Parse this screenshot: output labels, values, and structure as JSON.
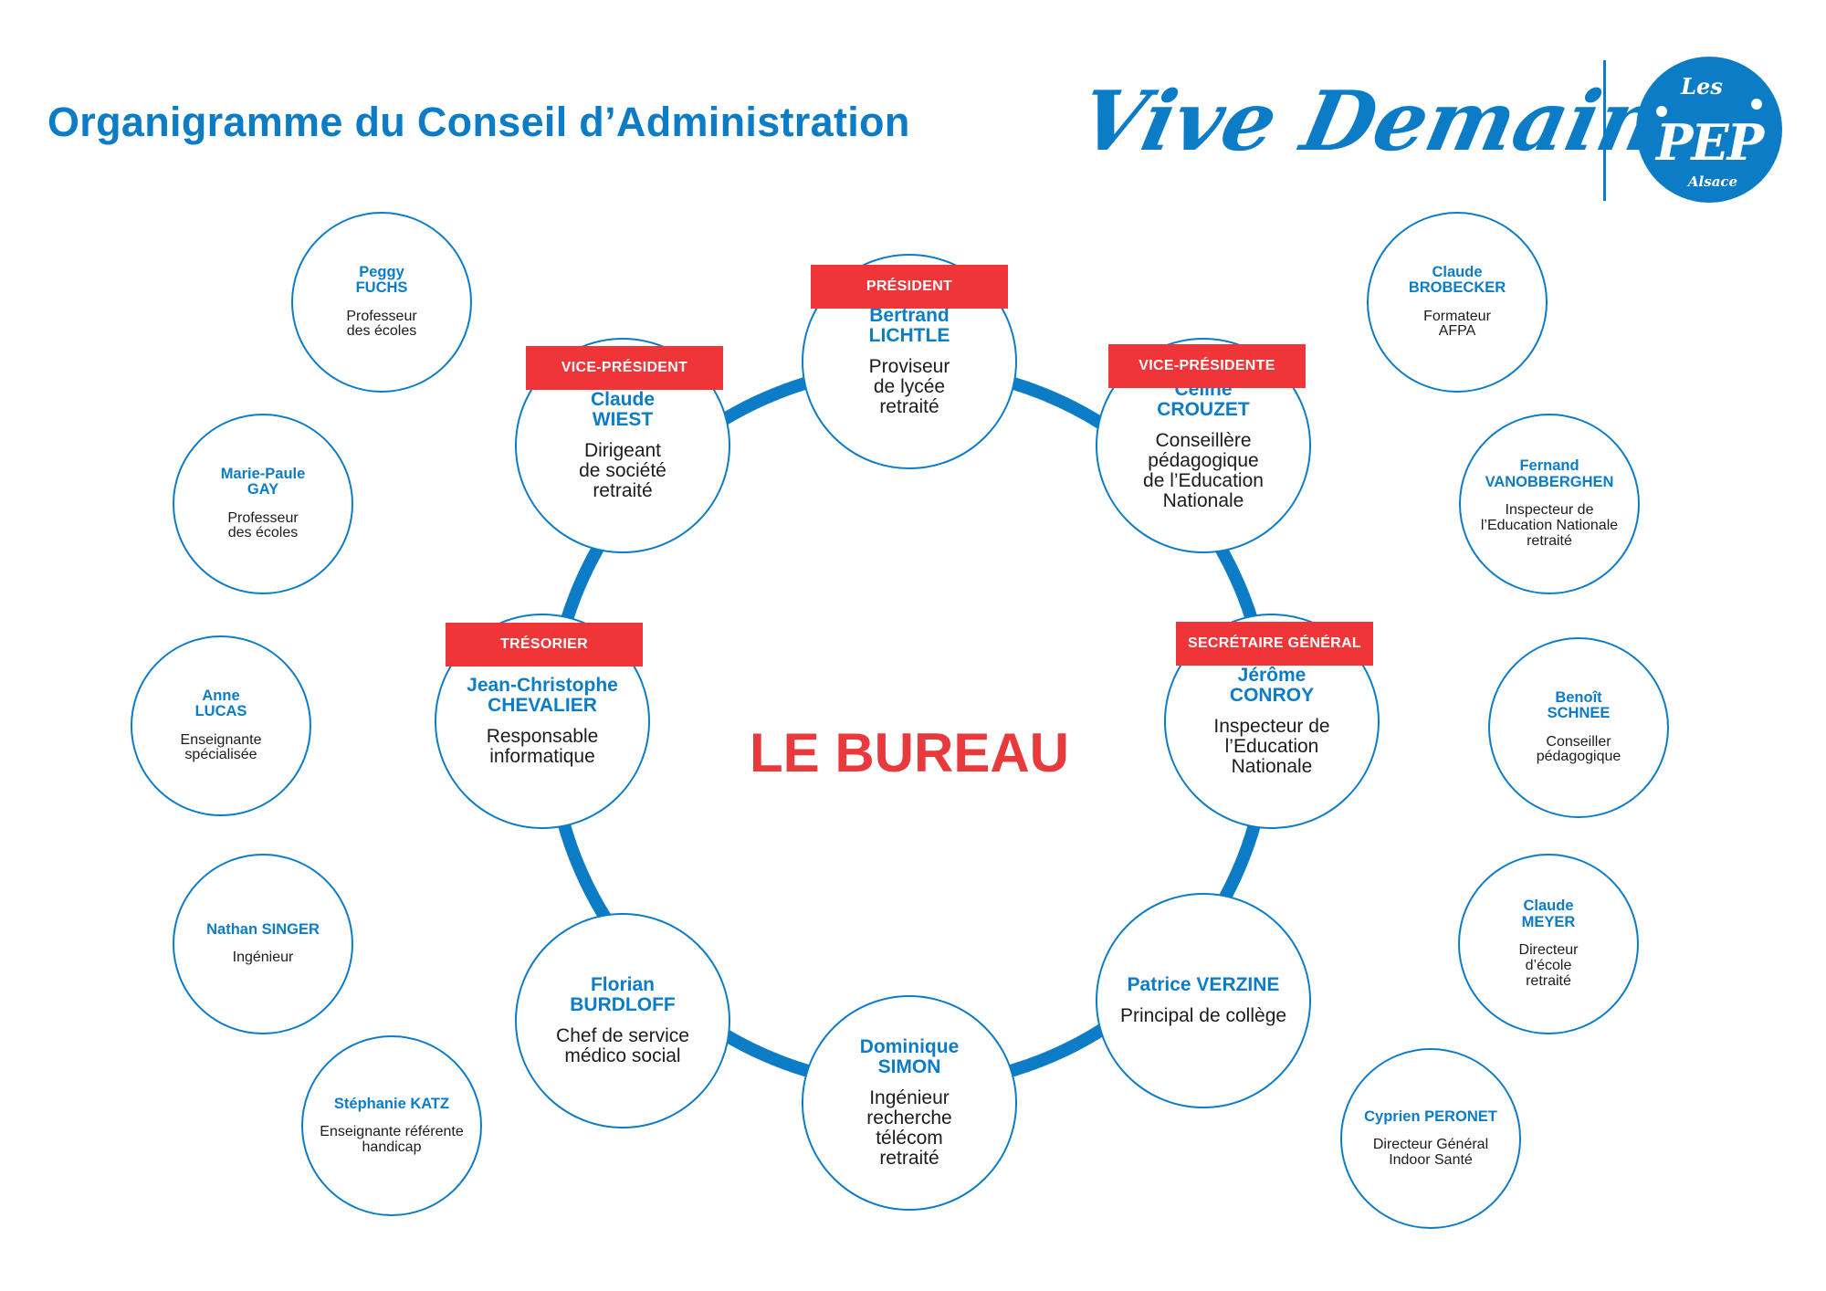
{
  "page": {
    "title": "Organigramme du Conseil d’Administration",
    "slogan": "Vive Demain !",
    "logo": {
      "top": "Les",
      "middle": "PEP",
      "bottom": "Alsace"
    }
  },
  "bureau": {
    "label": "LE BUREAU",
    "members": [
      {
        "role": "PRÉSIDENT",
        "name": "Bertrand\nLICHTLE",
        "job": "Proviseur\nde lycée\nretraité"
      },
      {
        "role": "VICE-PRÉSIDENTE",
        "name": "Céline\nCROUZET",
        "job": "Conseillère\npédagogique\nde l’Education\nNationale"
      },
      {
        "role": "SECRÉTAIRE GÉNÉRAL",
        "name": "Jérôme\nCONROY",
        "job": "Inspecteur de\nl’Education\nNationale"
      },
      {
        "role": "",
        "name": "Patrice VERZINE",
        "job": "Principal de collège"
      },
      {
        "role": "",
        "name": "Dominique\nSIMON",
        "job": "Ingénieur\nrecherche\ntélécom\nretraité"
      },
      {
        "role": "",
        "name": "Florian\nBURDLOFF",
        "job": "Chef de service\nmédico social"
      },
      {
        "role": "TRÉSORIER",
        "name": "Jean-Christophe\nCHEVALIER",
        "job": "Responsable\ninformatique"
      },
      {
        "role": "VICE-PRÉSIDENT",
        "name": "Claude\nWIEST",
        "job": "Dirigeant\nde société\nretraité"
      }
    ]
  },
  "administrators_left": [
    {
      "name": "Peggy\nFUCHS",
      "job": "Professeur\ndes écoles"
    },
    {
      "name": "Marie-Paule\nGAY",
      "job": "Professeur\ndes écoles"
    },
    {
      "name": "Anne\nLUCAS",
      "job": "Enseignante\nspécialisée"
    },
    {
      "name": "Nathan SINGER",
      "job": "Ingénieur"
    },
    {
      "name": "Stéphanie KATZ",
      "job": "Enseignante référente\nhandicap"
    }
  ],
  "administrators_right": [
    {
      "name": "Claude\nBROBECKER",
      "job": "Formateur\nAFPA"
    },
    {
      "name": "Fernand\nVANOBBERGHEN",
      "job": "Inspecteur de\nl’Education Nationale\nretraité"
    },
    {
      "name": "Benoît\nSCHNEE",
      "job": "Conseiller\npédagogique"
    },
    {
      "name": "Claude\nMEYER",
      "job": "Directeur\nd’école\nretraité"
    },
    {
      "name": "Cyprien PERONET",
      "job": "Directeur Général\nIndoor Santé"
    }
  ],
  "colors": {
    "primary_blue": "#0d7cc7",
    "accent_red": "#f03538",
    "center_label_red": "#e8393c"
  }
}
